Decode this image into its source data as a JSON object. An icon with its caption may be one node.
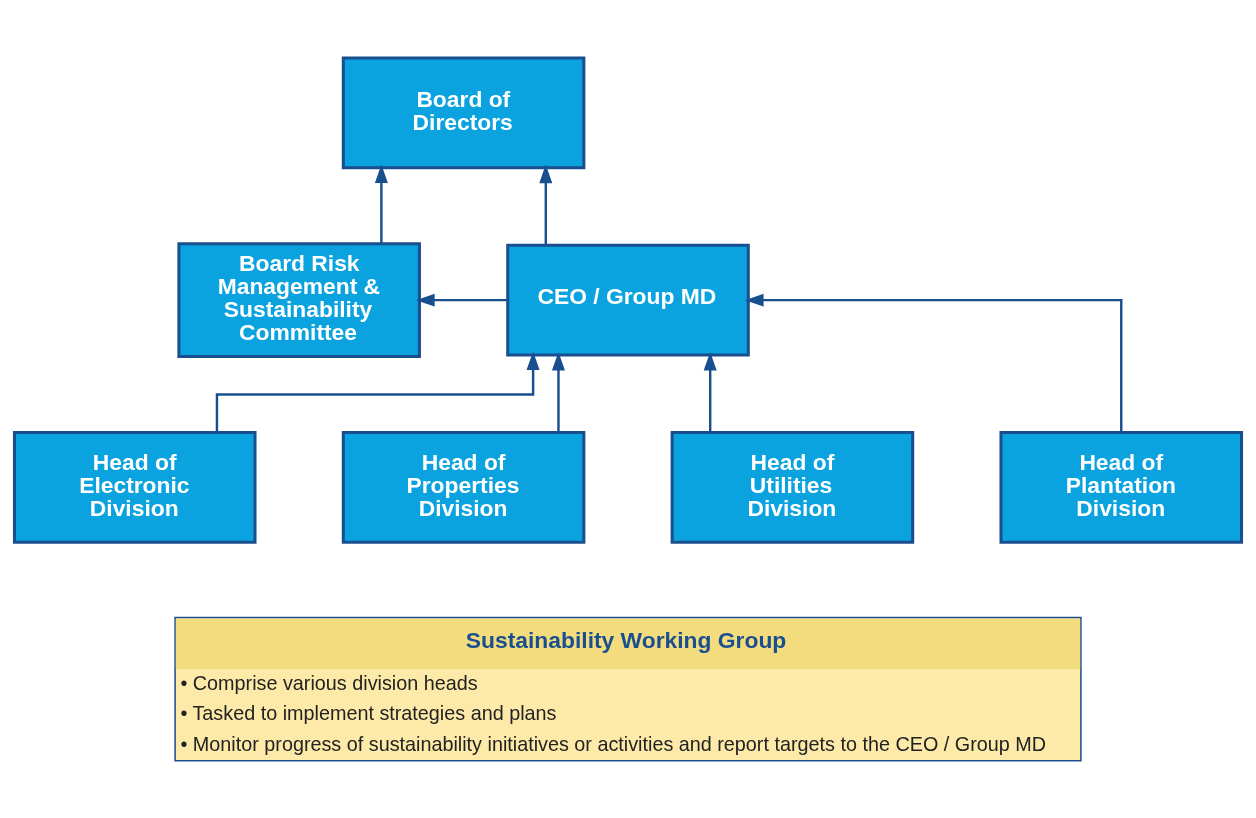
{
  "diagram": {
    "nodes": [
      {
        "text": [
          "Board of Directors"
        ]
      },
      {
        "text": [
          "Board Risk Management & Sustainability Committee"
        ]
      },
      {
        "text": [
          "CEO / Group MD"
        ]
      },
      {
        "text": [
          "Head of Electronic Division"
        ]
      },
      {
        "text": [
          "Head of Properties Division"
        ]
      },
      {
        "text": [
          "Head of Utilities Division"
        ]
      },
      {
        "text": [
          "Head of Plantation Division"
        ]
      },
      {
        "text": [
          "Sustainability Working Group",
          "• Comprise various division heads",
          "• Tasked to implement strategies and plans",
          "• Monitor progress of sustainability initiatives or activities and report targets to the CEO / Group MD"
        ]
      }
    ],
    "edges": [
      {
        "from": 1,
        "to": 0,
        "arrow": "to"
      },
      {
        "from": 2,
        "to": 0,
        "arrow": "to"
      },
      {
        "from": 2,
        "to": 1,
        "arrow": "to"
      },
      {
        "from": 3,
        "to": 2,
        "arrow": "to"
      },
      {
        "from": 4,
        "to": 2,
        "arrow": "to"
      },
      {
        "from": 5,
        "to": 2,
        "arrow": "to"
      },
      {
        "from": 6,
        "to": 2,
        "arrow": "to"
      }
    ]
  }
}
